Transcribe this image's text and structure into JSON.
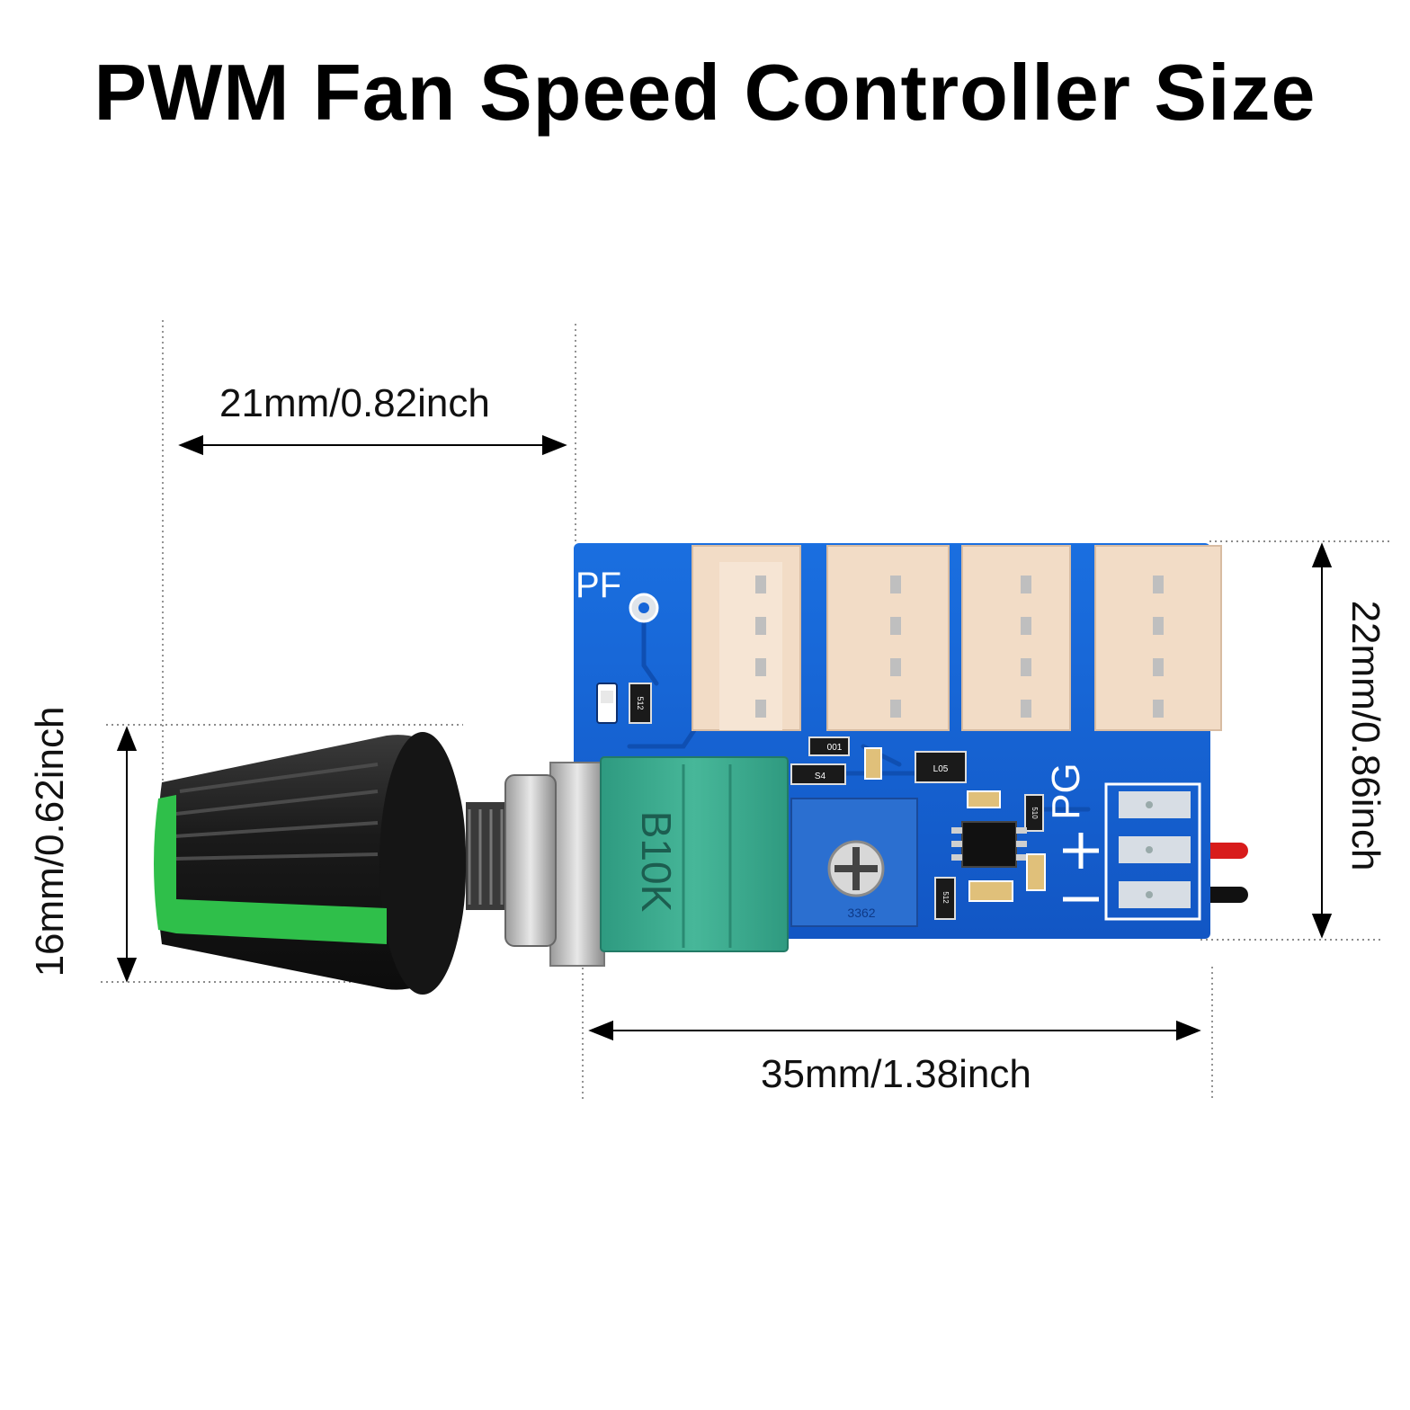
{
  "title": "PWM Fan Speed Controller Size",
  "dimensions": {
    "top": "21mm/0.82inch",
    "bottom": "35mm/1.38inch",
    "left": "16mm/0.62inch",
    "right": "22mm/0.86inch"
  },
  "board_markings": {
    "pf": "PF",
    "pg": "PG",
    "potentiometer": "B10K",
    "trimmer": "3362",
    "r1": "512",
    "r2": "512",
    "r3": "510",
    "d1": "001",
    "d2": "S4",
    "q1": "L05"
  },
  "colors": {
    "pcb": "#1565d8",
    "knob_body": "#1e1e1e",
    "knob_ring": "#2fbf4a",
    "pot_body": "#3aa88f",
    "connector": "#f2dcc6",
    "wire_red": "#d81b1b",
    "wire_black": "#111111"
  }
}
